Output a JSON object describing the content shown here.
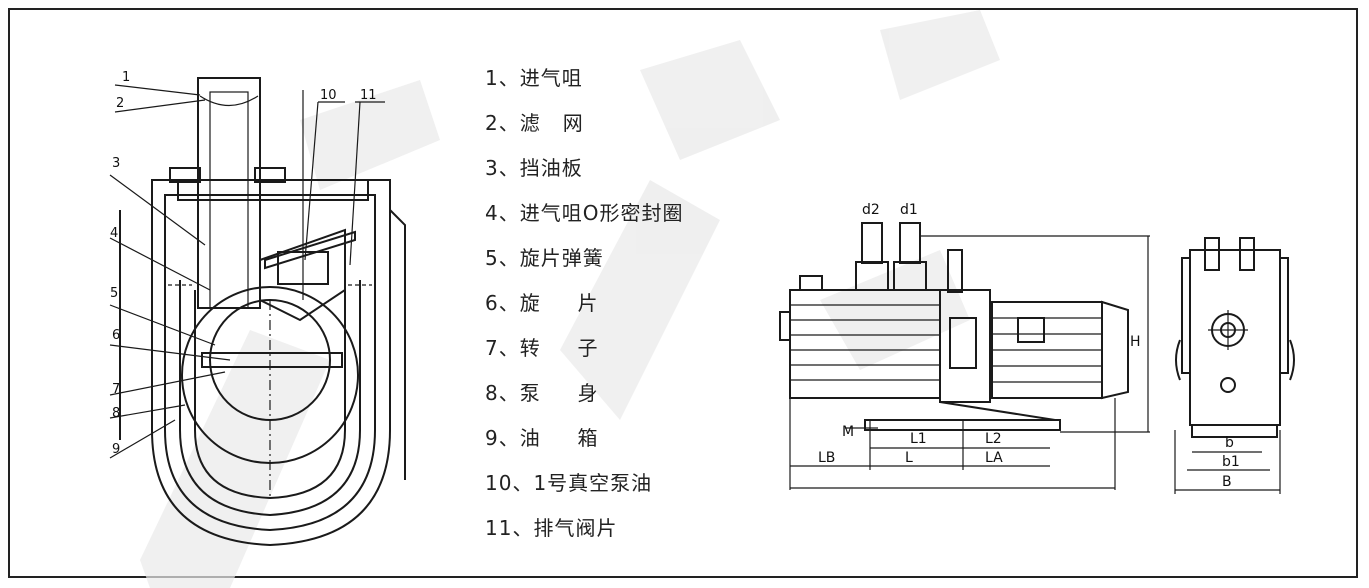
{
  "legend": [
    "1、进气咀",
    "2、滤   网",
    "3、挡油板",
    "4、进气咀O形密封圈",
    "5、旋片弹簧",
    "6、旋     片",
    "7、转     子",
    "8、泵     身",
    "9、油     箱",
    "10、1号真空泵油",
    "11、排气阀片"
  ],
  "callouts": {
    "n1": "1",
    "n2": "2",
    "n3": "3",
    "n4": "4",
    "n5": "5",
    "n6": "6",
    "n7": "7",
    "n8": "8",
    "n9": "9",
    "n10": "10",
    "n11": "11"
  },
  "dimensions": {
    "d2": "d2",
    "d1": "d1",
    "H": "H",
    "M": "M",
    "L1": "L1",
    "L2": "L2",
    "LB": "LB",
    "L": "L",
    "LA": "LA",
    "b": "b",
    "b1": "b1",
    "B": "B"
  },
  "colors": {
    "line": "#1a1a1a",
    "hatch": "#555555",
    "watermark": "#e6e6e6"
  }
}
